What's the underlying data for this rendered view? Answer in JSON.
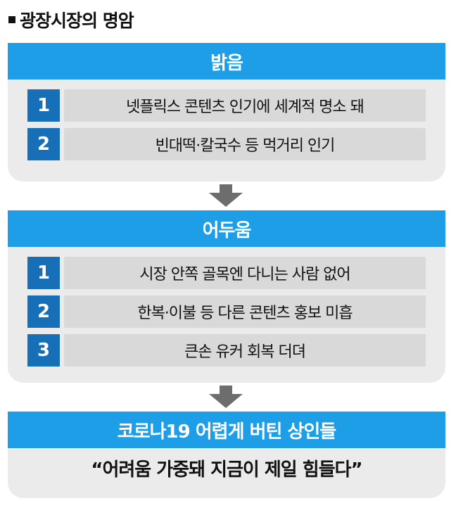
{
  "title": "광장시장의 명암",
  "bright": {
    "header": "밝음",
    "items": [
      {
        "num": "1",
        "text": "넷플릭스 콘텐츠 인기에 세계적 명소 돼"
      },
      {
        "num": "2",
        "text": "빈대떡·칼국수 등 먹거리 인기"
      }
    ]
  },
  "dark": {
    "header": "어두움",
    "items": [
      {
        "num": "1",
        "text": "시장 안쪽 골목엔 다니는 사람 없어"
      },
      {
        "num": "2",
        "text": "한복·이불 등 다른 콘텐츠 홍보 미흡"
      },
      {
        "num": "3",
        "text": "큰손 유커 회복 더뎌"
      }
    ]
  },
  "merchants": {
    "header": "코로나19 어렵게 버틴 상인들",
    "quote": "“어려움 가중돼 지금이 제일 힘들다”"
  },
  "colors": {
    "header_blue": "#1d9ee6",
    "number_blue": "#176fb8",
    "panel_gray": "#ebebeb",
    "row_gray": "#d9d9d9",
    "arrow_gray": "#6d6d6d"
  }
}
